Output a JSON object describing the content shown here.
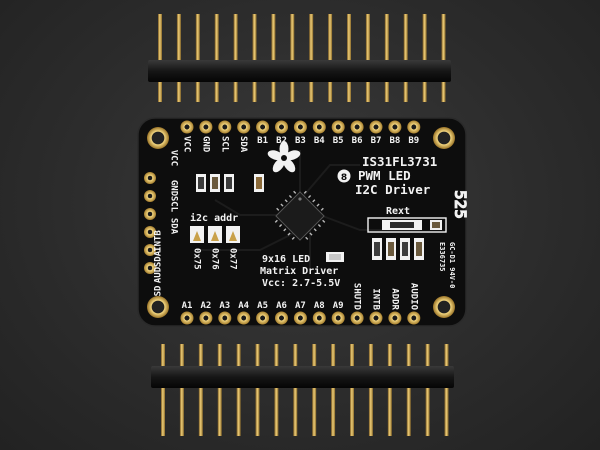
{
  "photo": {
    "subject": "Adafruit IS31FL3731 PWM LED I2C Driver breakout board with two male header strips"
  },
  "board": {
    "chip_name": "IS31FL3731",
    "subtitle_line1": "PWM LED",
    "subtitle_line2": "I2C Driver",
    "matrix_line1": "9x16 LED",
    "matrix_line2": "Matrix Driver",
    "matrix_line3": "Vcc: 2.7-5.5V",
    "i2c_label": "i2c addr",
    "addr_labels": [
      "0x75",
      "0x76",
      "0x77"
    ],
    "rext_label": "Rext",
    "badge_number": "8",
    "side_text": "E336735",
    "side_text2": "GC-D1 94V-0",
    "top_pins": [
      "VCC",
      "GND",
      "SCL",
      "SDA",
      "B1",
      "B2",
      "B3",
      "B4",
      "B5",
      "B6",
      "B7",
      "B8",
      "B9"
    ],
    "bottom_pins": [
      "A1",
      "A2",
      "A3",
      "A4",
      "A5",
      "A6",
      "A7",
      "A8",
      "A9",
      "SHUTD",
      "INTB",
      "ADDR",
      "AUDIO"
    ],
    "left_inner_pins": [
      "VCC",
      "GND",
      "SCL",
      "SDA"
    ],
    "left_edge_pins": [
      "INTB",
      "SDA",
      "AUD",
      "SD"
    ]
  },
  "colors": {
    "pcb": "#0d0d0d",
    "silkscreen": "#f2f2f2",
    "gold": "#c9a14a",
    "header_plastic": "#111111"
  }
}
